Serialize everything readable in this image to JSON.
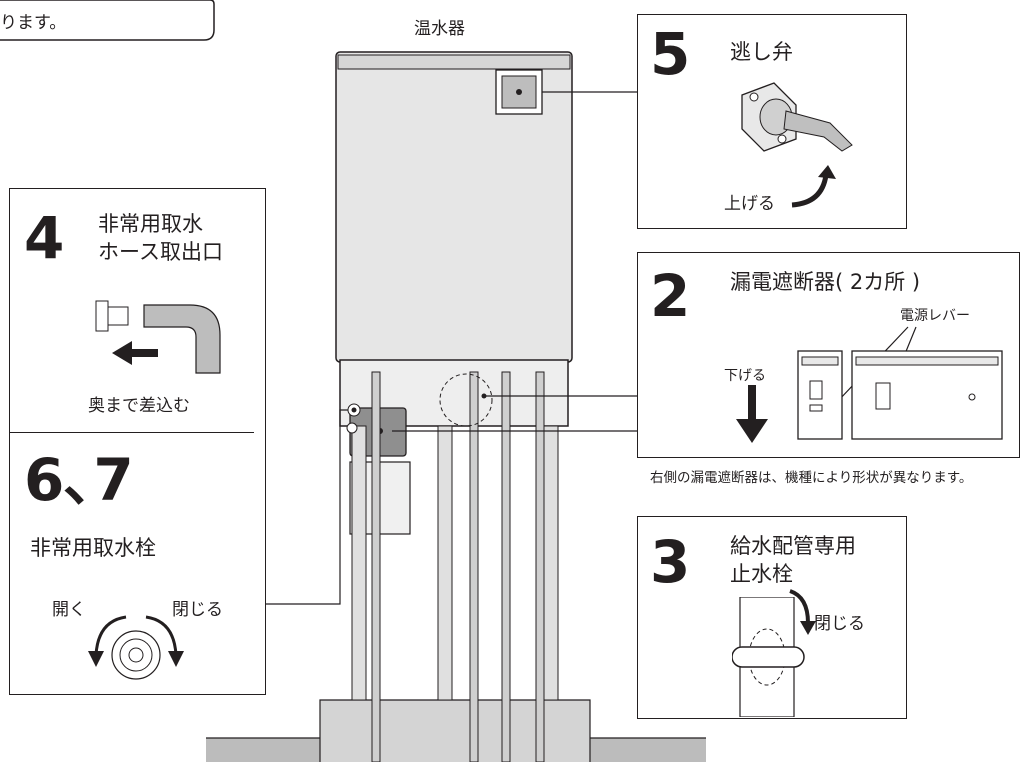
{
  "callout_text": "ります。",
  "heater_label": "温水器",
  "panel5": {
    "number": "5",
    "title": "逃し弁",
    "action": "上げる"
  },
  "panel2": {
    "number": "2",
    "title": "漏電遮断器( 2カ所 )",
    "lever_label": "電源レバー",
    "action": "下げる"
  },
  "panel2_note": "右側の漏電遮断器は、機種により形状が異なります。",
  "panel3": {
    "number": "3",
    "title_line1": "給水配管専用",
    "title_line2": "止水栓",
    "action": "閉じる"
  },
  "panel4": {
    "number": "4",
    "title_line1": "非常用取水",
    "title_line2": "ホース取出口",
    "action": "奥まで差込む"
  },
  "panel67": {
    "number": "6､7",
    "title": "非常用取水栓",
    "open_label": "開く",
    "close_label": "閉じる"
  },
  "colors": {
    "line": "#231f20",
    "heater_body": "#e6e6e6",
    "panel_gray": "#9a9a9a",
    "ground": "#bcbcbc"
  }
}
